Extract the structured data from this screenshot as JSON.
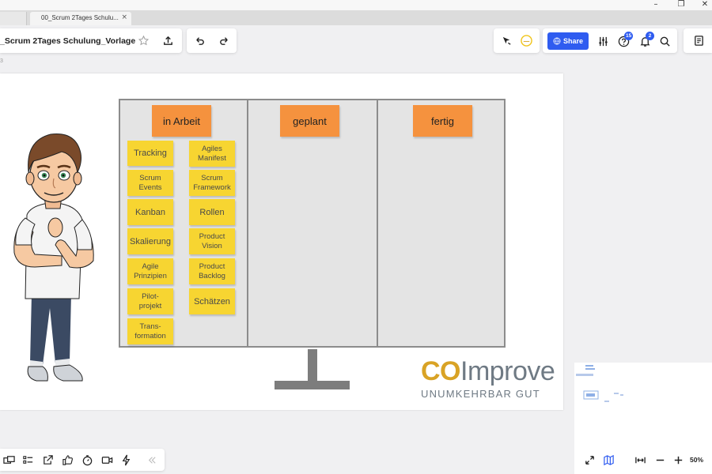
{
  "window": {
    "tab_title": "00_Scrum 2Tages Schulu...",
    "tab_close": "×",
    "minimize": "–",
    "restore": "❐",
    "close": "✕"
  },
  "toolbar": {
    "board_title": "_Scrum 2Tages Schulung_Vorlage",
    "star_icon": "star-icon",
    "share_label": "Share",
    "help_badge": "15",
    "notifications_badge": "2",
    "row_indicator": "3"
  },
  "board": {
    "columns": [
      {
        "label": "in Arbeit"
      },
      {
        "label": "geplant"
      },
      {
        "label": "fertig"
      }
    ],
    "stickies_left": [
      {
        "text": "Tracking"
      },
      {
        "text": "Scrum\nEvents"
      },
      {
        "text": "Kanban"
      },
      {
        "text": "Skalierung"
      },
      {
        "text": "Agile\nPrinzipien"
      },
      {
        "text": "Pilot-\nprojekt"
      },
      {
        "text": "Trans-\nformation"
      }
    ],
    "stickies_right": [
      {
        "text": "Agiles\nManifest"
      },
      {
        "text": "Scrum\nFramework"
      },
      {
        "text": "Rollen"
      },
      {
        "text": "Product\nVision"
      },
      {
        "text": "Product\nBacklog"
      },
      {
        "text": "Schätzen"
      }
    ]
  },
  "logo": {
    "co": "CO",
    "name": "Improve",
    "tagline": "UNUMKEHRBAR GUT"
  },
  "zoom": {
    "level": "50%"
  },
  "colors": {
    "header_orange": "#f5923e",
    "sticky_yellow": "#f7d531",
    "share_blue": "#2f5cf0",
    "logo_gold": "#d9a325",
    "logo_gray": "#6f7a84"
  }
}
